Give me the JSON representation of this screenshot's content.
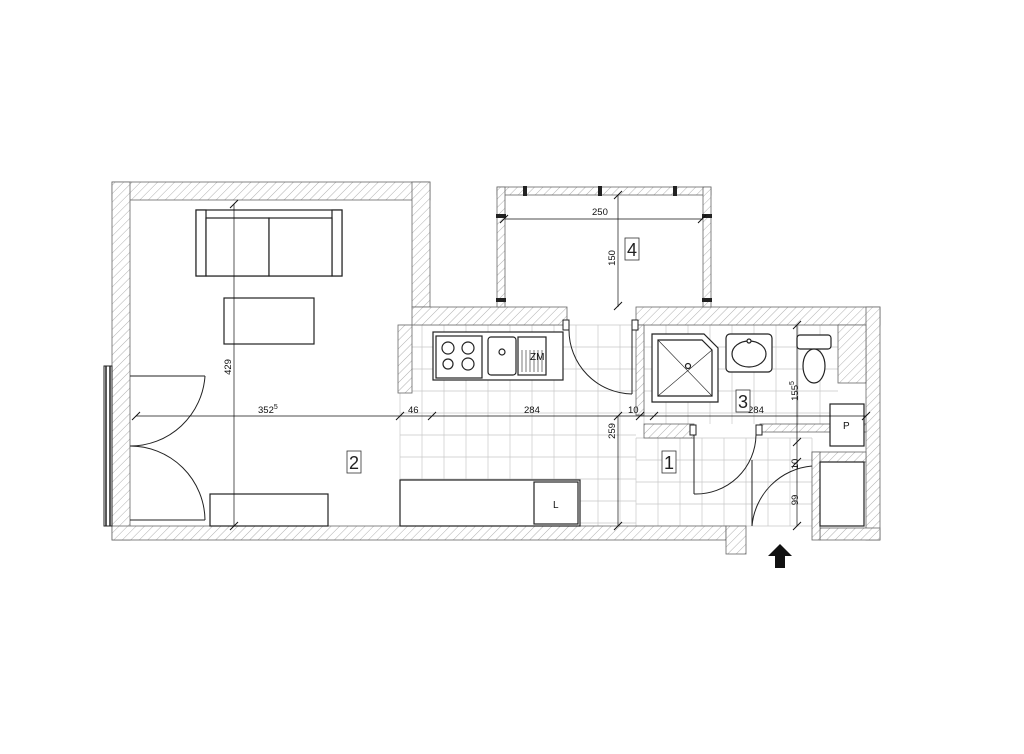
{
  "rooms": [
    {
      "id": "1",
      "label": "1"
    },
    {
      "id": "2",
      "label": "2"
    },
    {
      "id": "3",
      "label": "3"
    },
    {
      "id": "4",
      "label": "4"
    }
  ],
  "dimensions": {
    "balcony_width": "250",
    "balcony_depth": "150",
    "living_width_main": "352",
    "living_width_sup": "5",
    "living_height": "429",
    "wall_gap": "46",
    "kitchen_width": "284",
    "partition": "10",
    "bath_width": "284",
    "hall_height": "259",
    "bath_height_main": "155",
    "bath_height_sup": "5",
    "small_partition": "10",
    "entry_width": "99"
  },
  "fixtures": {
    "washer": "P",
    "fridge": "L",
    "sink_code": "ZM"
  },
  "icons": {
    "entrance": "entrance-arrow-icon"
  }
}
